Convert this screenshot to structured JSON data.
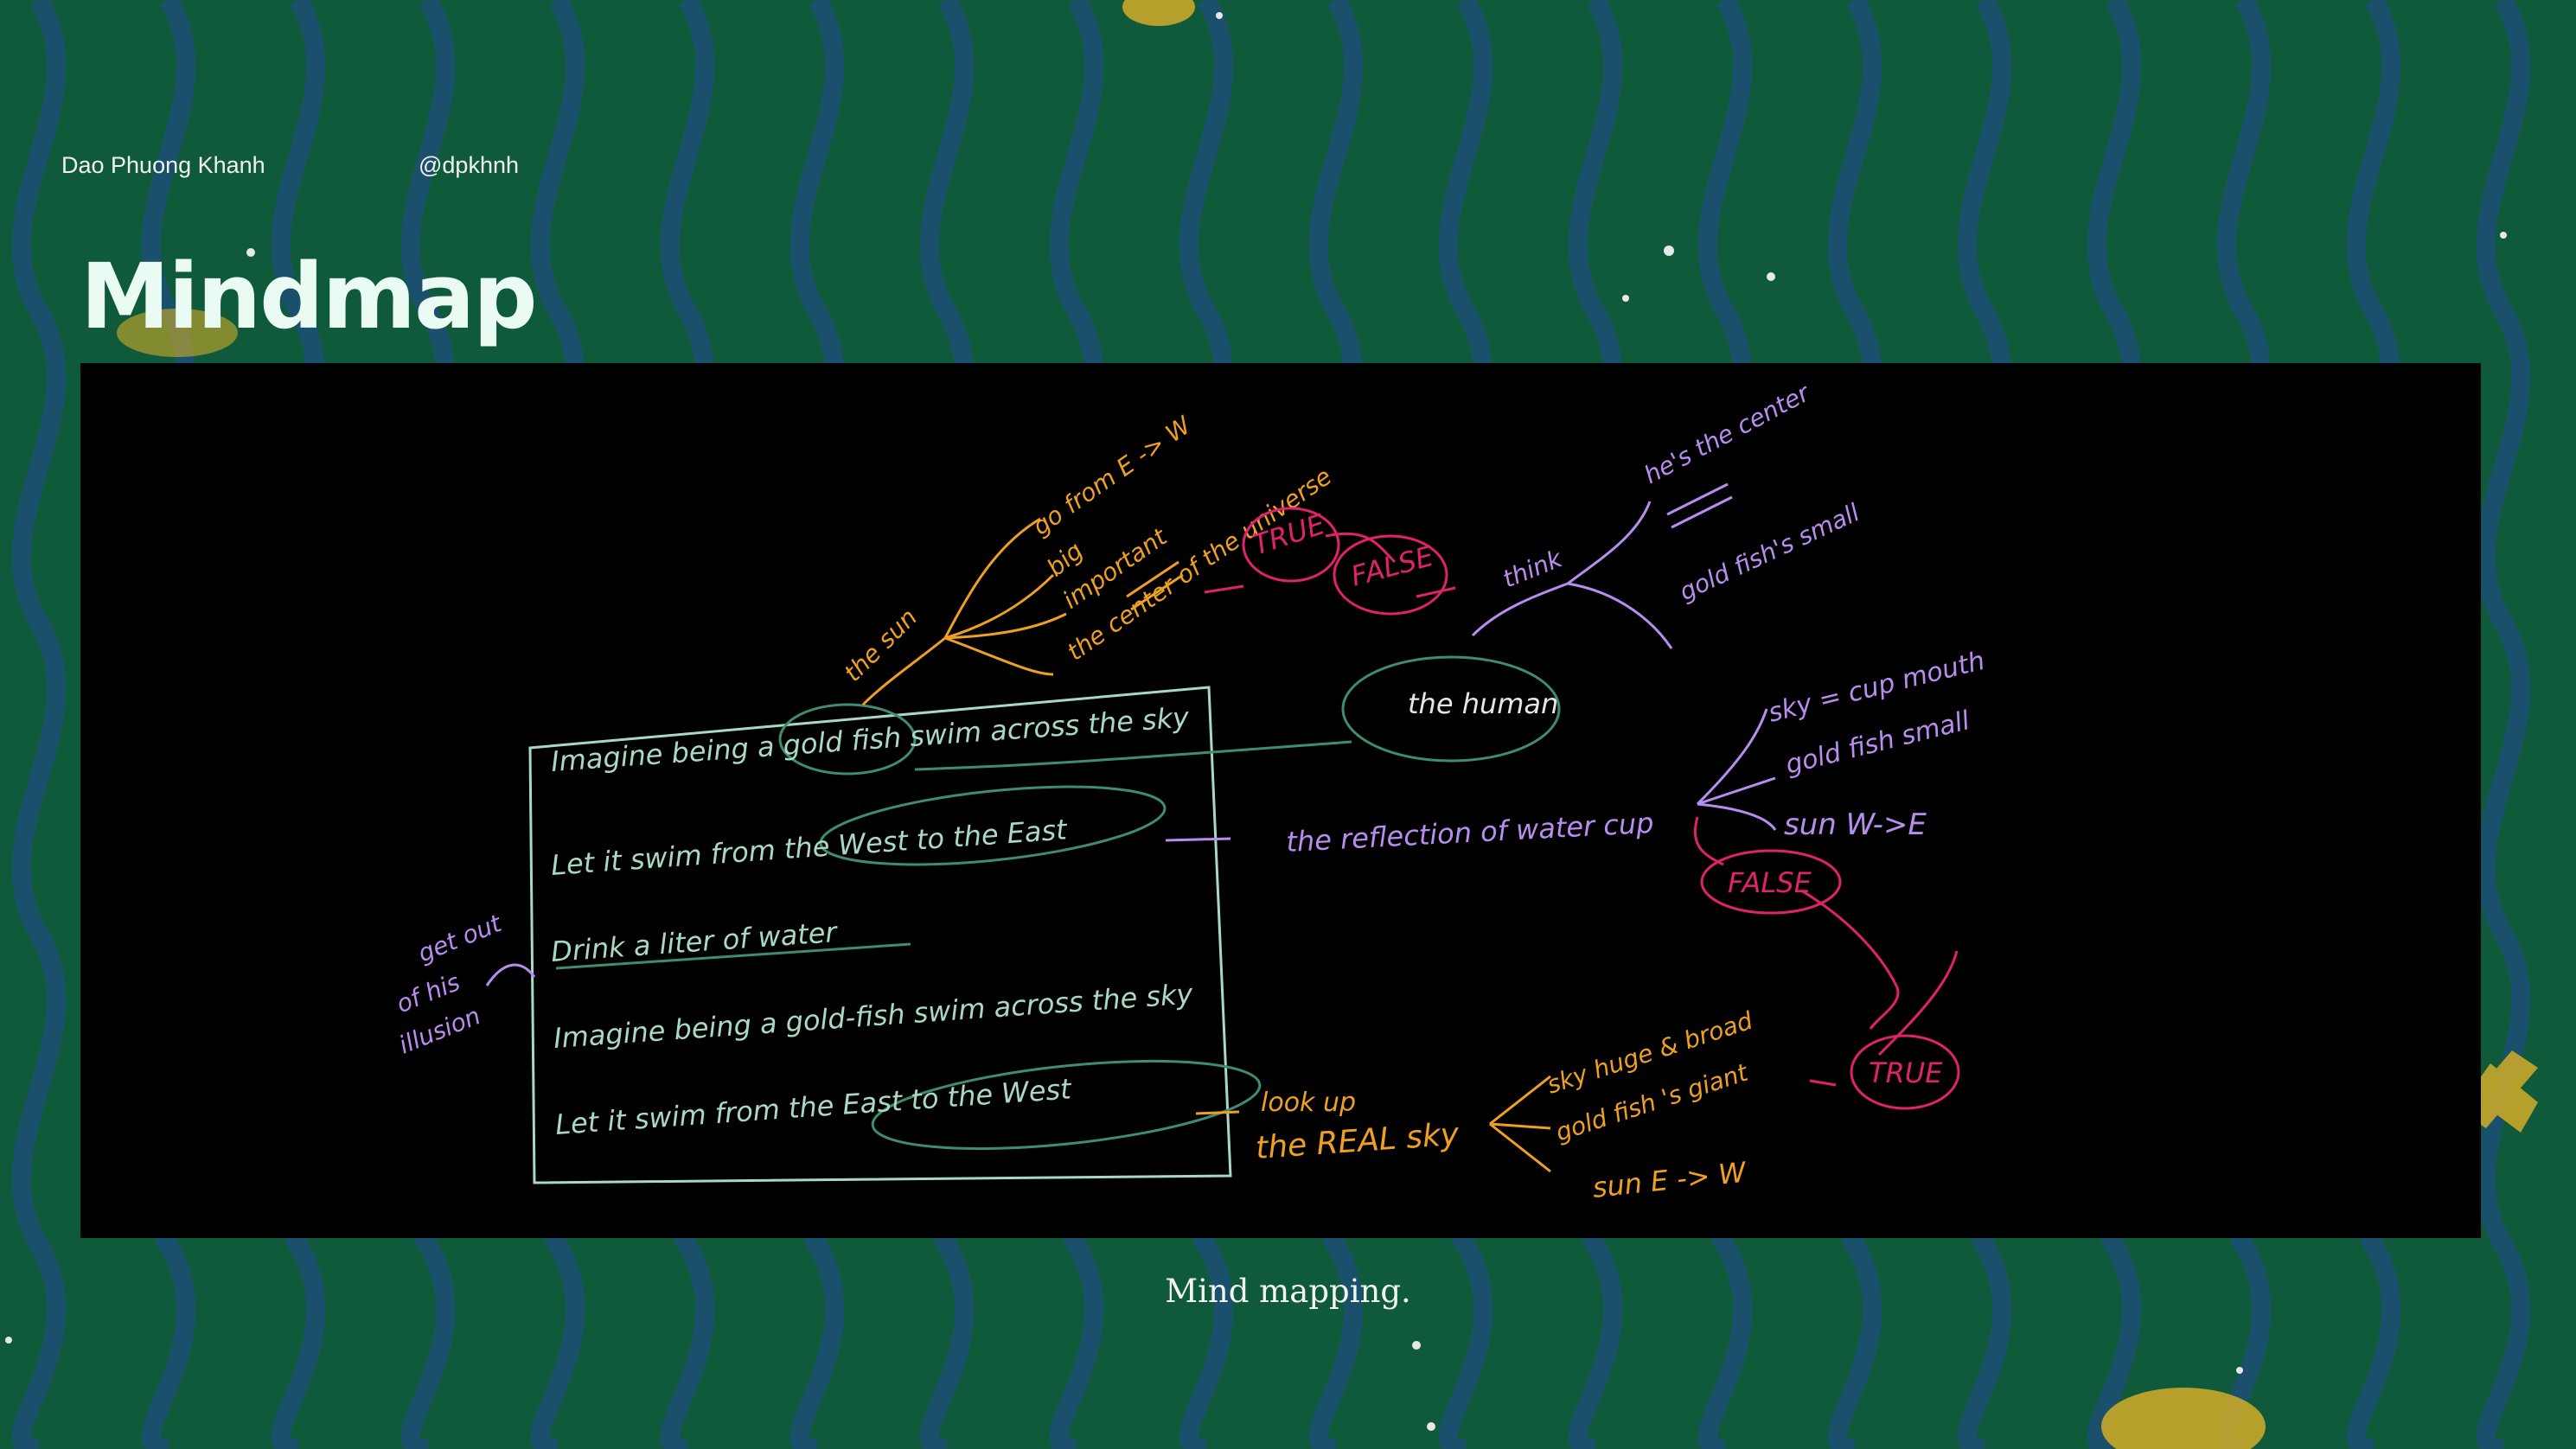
{
  "header": {
    "author_name": "Dao Phuong Khanh",
    "author_handle": "@dpkhnh"
  },
  "page": {
    "title": "Mindmap",
    "caption": "Mind mapping."
  },
  "colors": {
    "background": "#0f5a3b",
    "wave": "#1c4f75",
    "figure_bg": "#000000",
    "chalk_green": "#a9d8c6",
    "orange": "#f0a020",
    "purple": "#b98cf0",
    "pink": "#e0226a"
  },
  "mindmap": {
    "box_lines": [
      "Imagine being a gold fish swim across the sky",
      "Let it swim from the West to the East",
      "Drink a liter of water",
      "Imagine being a gold-fish swim across the sky",
      "Let it swim from the East to the West"
    ],
    "side_note": [
      "get out",
      "of his",
      "illusion"
    ],
    "sun_node": "the sun",
    "sun_branches": [
      "go from E -> W",
      "big",
      "important",
      "the center of the universe"
    ],
    "true_label": "TRUE",
    "false_label": "FALSE",
    "human_node": "the human",
    "think_label": "think",
    "think_branches": [
      "he's the center",
      "gold fish's small"
    ],
    "reflection_node": "the reflection of water cup",
    "reflection_branches": [
      "sky = cup mouth",
      "gold fish small",
      "sun W->E"
    ],
    "reflection_false": "FALSE",
    "real_sky_lines": [
      "look up",
      "the REAL sky"
    ],
    "real_sky_branches": [
      "sky huge & broad",
      "gold fish 's giant",
      "sun E -> W"
    ],
    "real_true": "TRUE"
  }
}
